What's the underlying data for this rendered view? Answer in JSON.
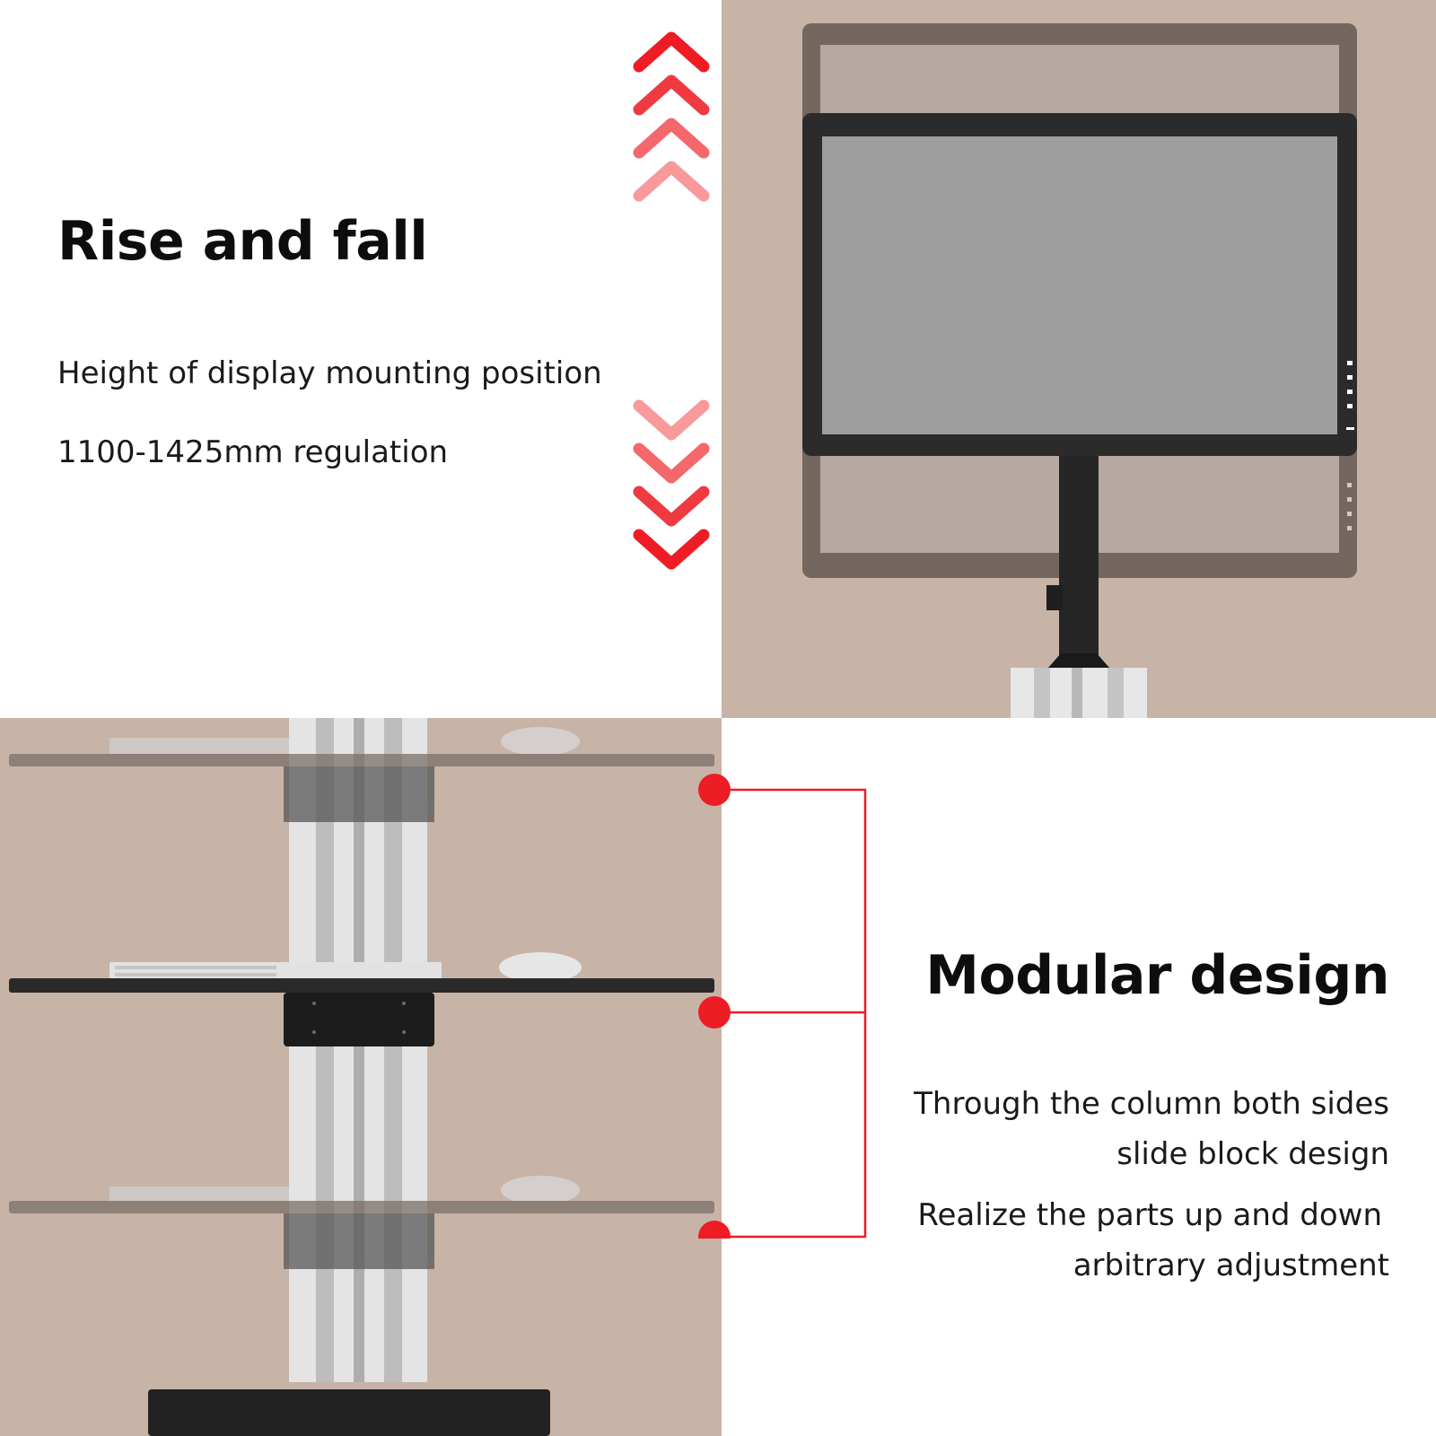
{
  "colors": {
    "accent_red": "#ee1c25",
    "panel_beige": "#c8b3a7",
    "background": "#ffffff",
    "text_dark": "#0d0d0d"
  },
  "rise_fall": {
    "title": "Rise and fall",
    "line1": "Height of display mounting position",
    "line2": "1100-1425mm regulation"
  },
  "modular": {
    "title": "Modular design",
    "line1": "Through the column both sides",
    "line2": "slide block design",
    "line3": "Realize the parts up and down",
    "line4": "arbitrary adjustment"
  },
  "icons": [
    "chevron-up-icon",
    "chevron-down-icon",
    "connector-dot-icon"
  ]
}
